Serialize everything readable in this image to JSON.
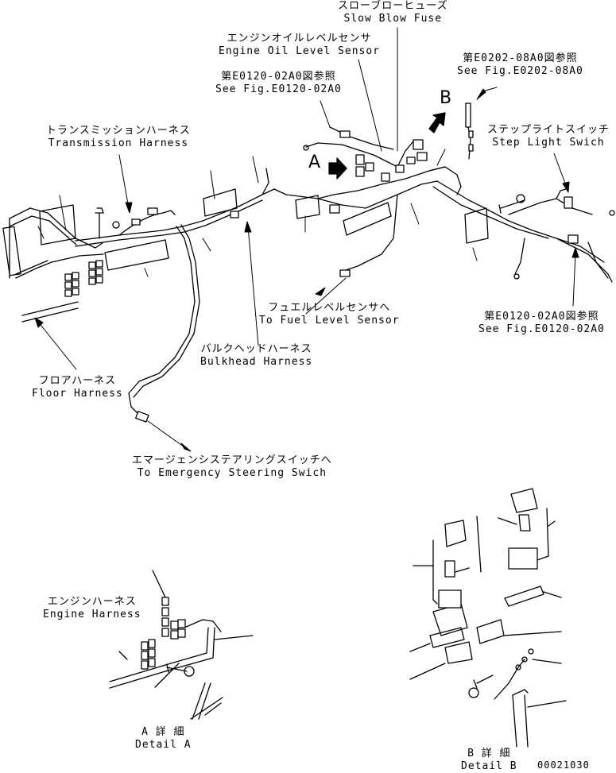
{
  "labels": {
    "slow_blow_fuse": {
      "jp": "スローブローヒューズ",
      "en": "Slow Blow Fuse"
    },
    "engine_oil_level_sensor": {
      "jp": "エンジンオイルレベルセンサ",
      "en": "Engine Oil Level Sensor"
    },
    "ref_e0202": {
      "jp": "第E0202-08A0図参照",
      "en": "See Fig.E0202-08A0"
    },
    "ref_e0120_top": {
      "jp": "第E0120-02A0図参照",
      "en": "See Fig.E0120-02A0"
    },
    "transmission_harness": {
      "jp": "トランスミッションハーネス",
      "en": "Transmission Harness"
    },
    "step_light_switch": {
      "jp": "ステップライトスイッチ",
      "en": "Step Light Swich"
    },
    "fuel_level_sensor": {
      "jp": "フュエルレベルセンサへ",
      "en": "To Fuel Level Sensor"
    },
    "ref_e0120_right": {
      "jp": "第E0120-02A0図参照",
      "en": "See Fig.E0120-02A0"
    },
    "bulkhead_harness": {
      "jp": "バルクヘッドハーネス",
      "en": "Bulkhead Harness"
    },
    "floor_harness": {
      "jp": "フロアハーネス",
      "en": "Floor Harness"
    },
    "emergency_steering": {
      "jp": "エマージェンシステアリングスイッチへ",
      "en": "To Emergency Steering Swich"
    },
    "engine_harness": {
      "jp": "エンジンハーネス",
      "en": "Engine Harness"
    },
    "detail_a": {
      "jp": "A 詳 細",
      "en": "Detail A"
    },
    "detail_b": {
      "jp": "B 詳 細",
      "en": "Detail B"
    },
    "callout_a": "A",
    "callout_b": "B",
    "drawing_number": "00021030"
  }
}
